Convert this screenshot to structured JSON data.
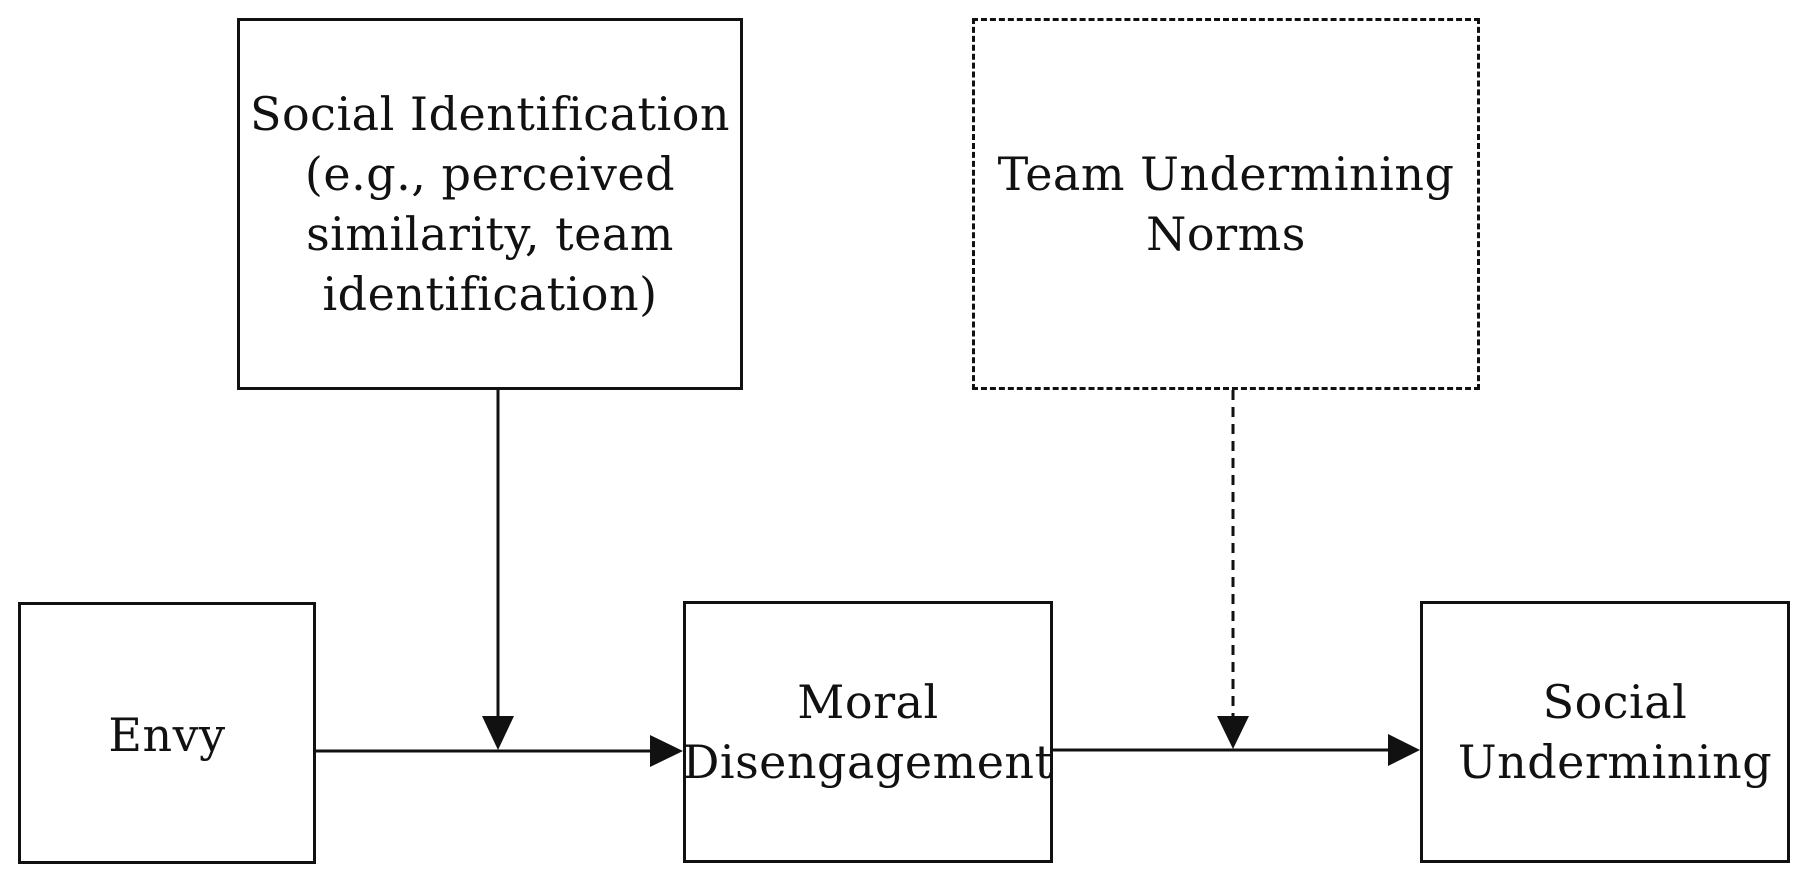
{
  "diagram": {
    "nodes": {
      "social_identification": {
        "label": "Social Identification\n(e.g., perceived\nsimilarity, team\nidentification)",
        "border": "solid"
      },
      "team_norms": {
        "label": "Team Undermining\nNorms",
        "border": "dashed"
      },
      "envy": {
        "label": "Envy",
        "border": "solid"
      },
      "moral_disengagement": {
        "label": "Moral\nDisengagement",
        "border": "solid"
      },
      "social_undermining": {
        "label": "Social\nUndermining",
        "border": "solid"
      }
    },
    "edges": [
      {
        "from": "envy",
        "to": "moral_disengagement",
        "style": "solid"
      },
      {
        "from": "moral_disengagement",
        "to": "social_undermining",
        "style": "solid"
      },
      {
        "from": "social_identification",
        "to": "envy-to-moral_disengagement",
        "style": "solid",
        "role": "moderator"
      },
      {
        "from": "team_norms",
        "to": "moral_disengagement-to-social_undermining",
        "style": "dashed",
        "role": "moderator"
      }
    ],
    "colors": {
      "line": "#111111",
      "background": "#ffffff"
    }
  }
}
